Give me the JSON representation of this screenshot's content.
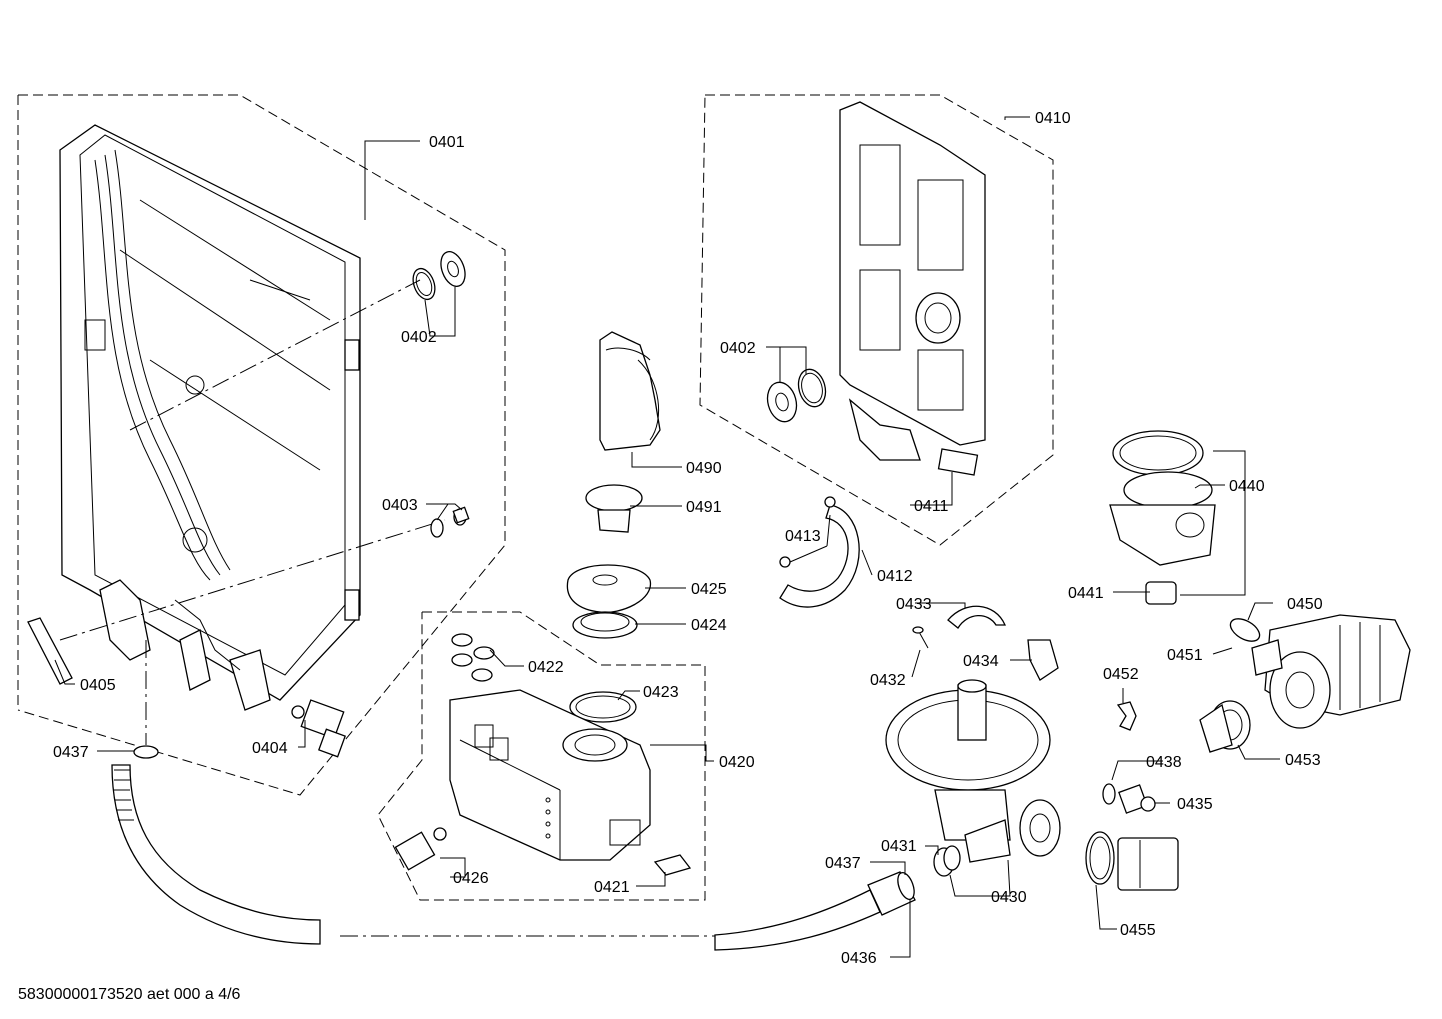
{
  "footer": "58300000173520 aet 000 a 4/6",
  "callouts": {
    "c0401": "0401",
    "c0402a": "0402",
    "c0403": "0403",
    "c0405": "0405",
    "c0404": "0404",
    "c0437a": "0437",
    "c0490": "0490",
    "c0491": "0491",
    "c0425": "0425",
    "c0424": "0424",
    "c0422": "0422",
    "c0423": "0423",
    "c0420": "0420",
    "c0426": "0426",
    "c0421": "0421",
    "c0410": "0410",
    "c0402b": "0402",
    "c0411": "0411",
    "c0413": "0413",
    "c0412": "0412",
    "c0433": "0433",
    "c0434": "0434",
    "c0432": "0432",
    "c0440": "0440",
    "c0441": "0441",
    "c0450": "0450",
    "c0451": "0451",
    "c0452": "0452",
    "c0453": "0453",
    "c0438": "0438",
    "c0435": "0435",
    "c0431": "0431",
    "c0437b": "0437",
    "c0430": "0430",
    "c0455": "0455",
    "c0436": "0436"
  }
}
